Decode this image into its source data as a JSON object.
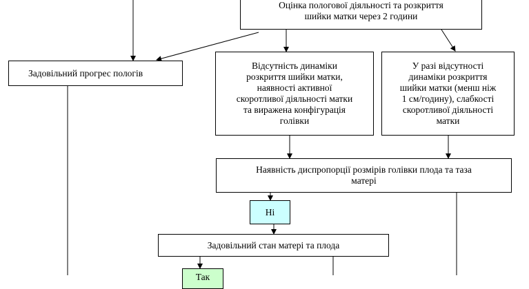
{
  "nodes": {
    "assessment": "Оцінка пологової діяльності та розкриття\nшийки матки через 2 години",
    "progress": "Задовільний прогрес пологів",
    "no_dynamics_active": "Відсутність динаміки\nрозкриття шийки матки,\nнаявності активної\nскоротливої діяльності матки\nта виражена конфігурація\nголівки",
    "no_dynamics_weak": "У разі відсутності\nдинаміки розкриття\nшийки матки (менш ніж\n1 см/годину), слабкості\nскоротливої діяльності\nматки",
    "disproportion": "Наявність диспропорції розмірів голівки плода та таза\nматері",
    "no": "Ні",
    "mother_fetus_ok": "Задовільний стан матері та плода",
    "yes": "Так"
  }
}
